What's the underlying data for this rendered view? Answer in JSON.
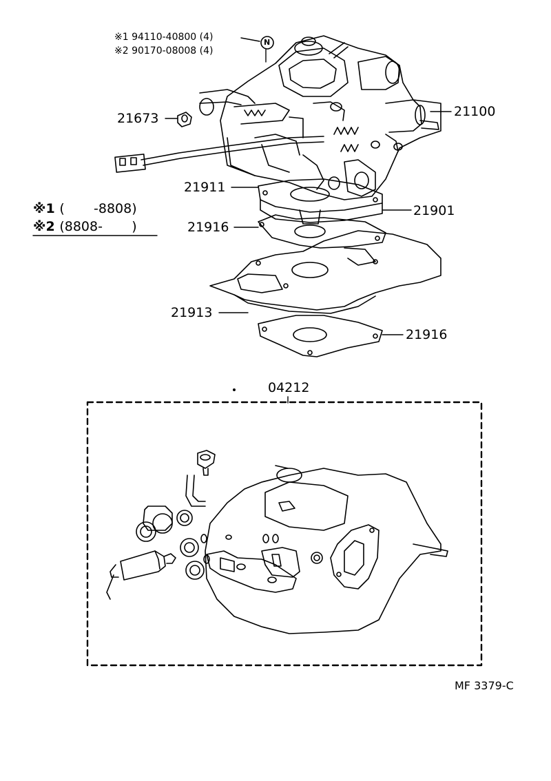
{
  "notes": {
    "n1": "※1 94110-40800 (4)",
    "n2": "※2 90170-08008 (4)",
    "circle_mark": "N"
  },
  "parts": {
    "p21673": "21673",
    "p21100": "21100",
    "p21911": "21911",
    "p21901": "21901",
    "p21916a": "21916",
    "p21913": "21913",
    "p21916b": "21916",
    "p04212": "04212"
  },
  "legend": {
    "mark1": "※1",
    "range1": "(       -8808)",
    "mark2": "※2",
    "range2": "(8808-       )"
  },
  "figure_code": "MF 3379-C"
}
